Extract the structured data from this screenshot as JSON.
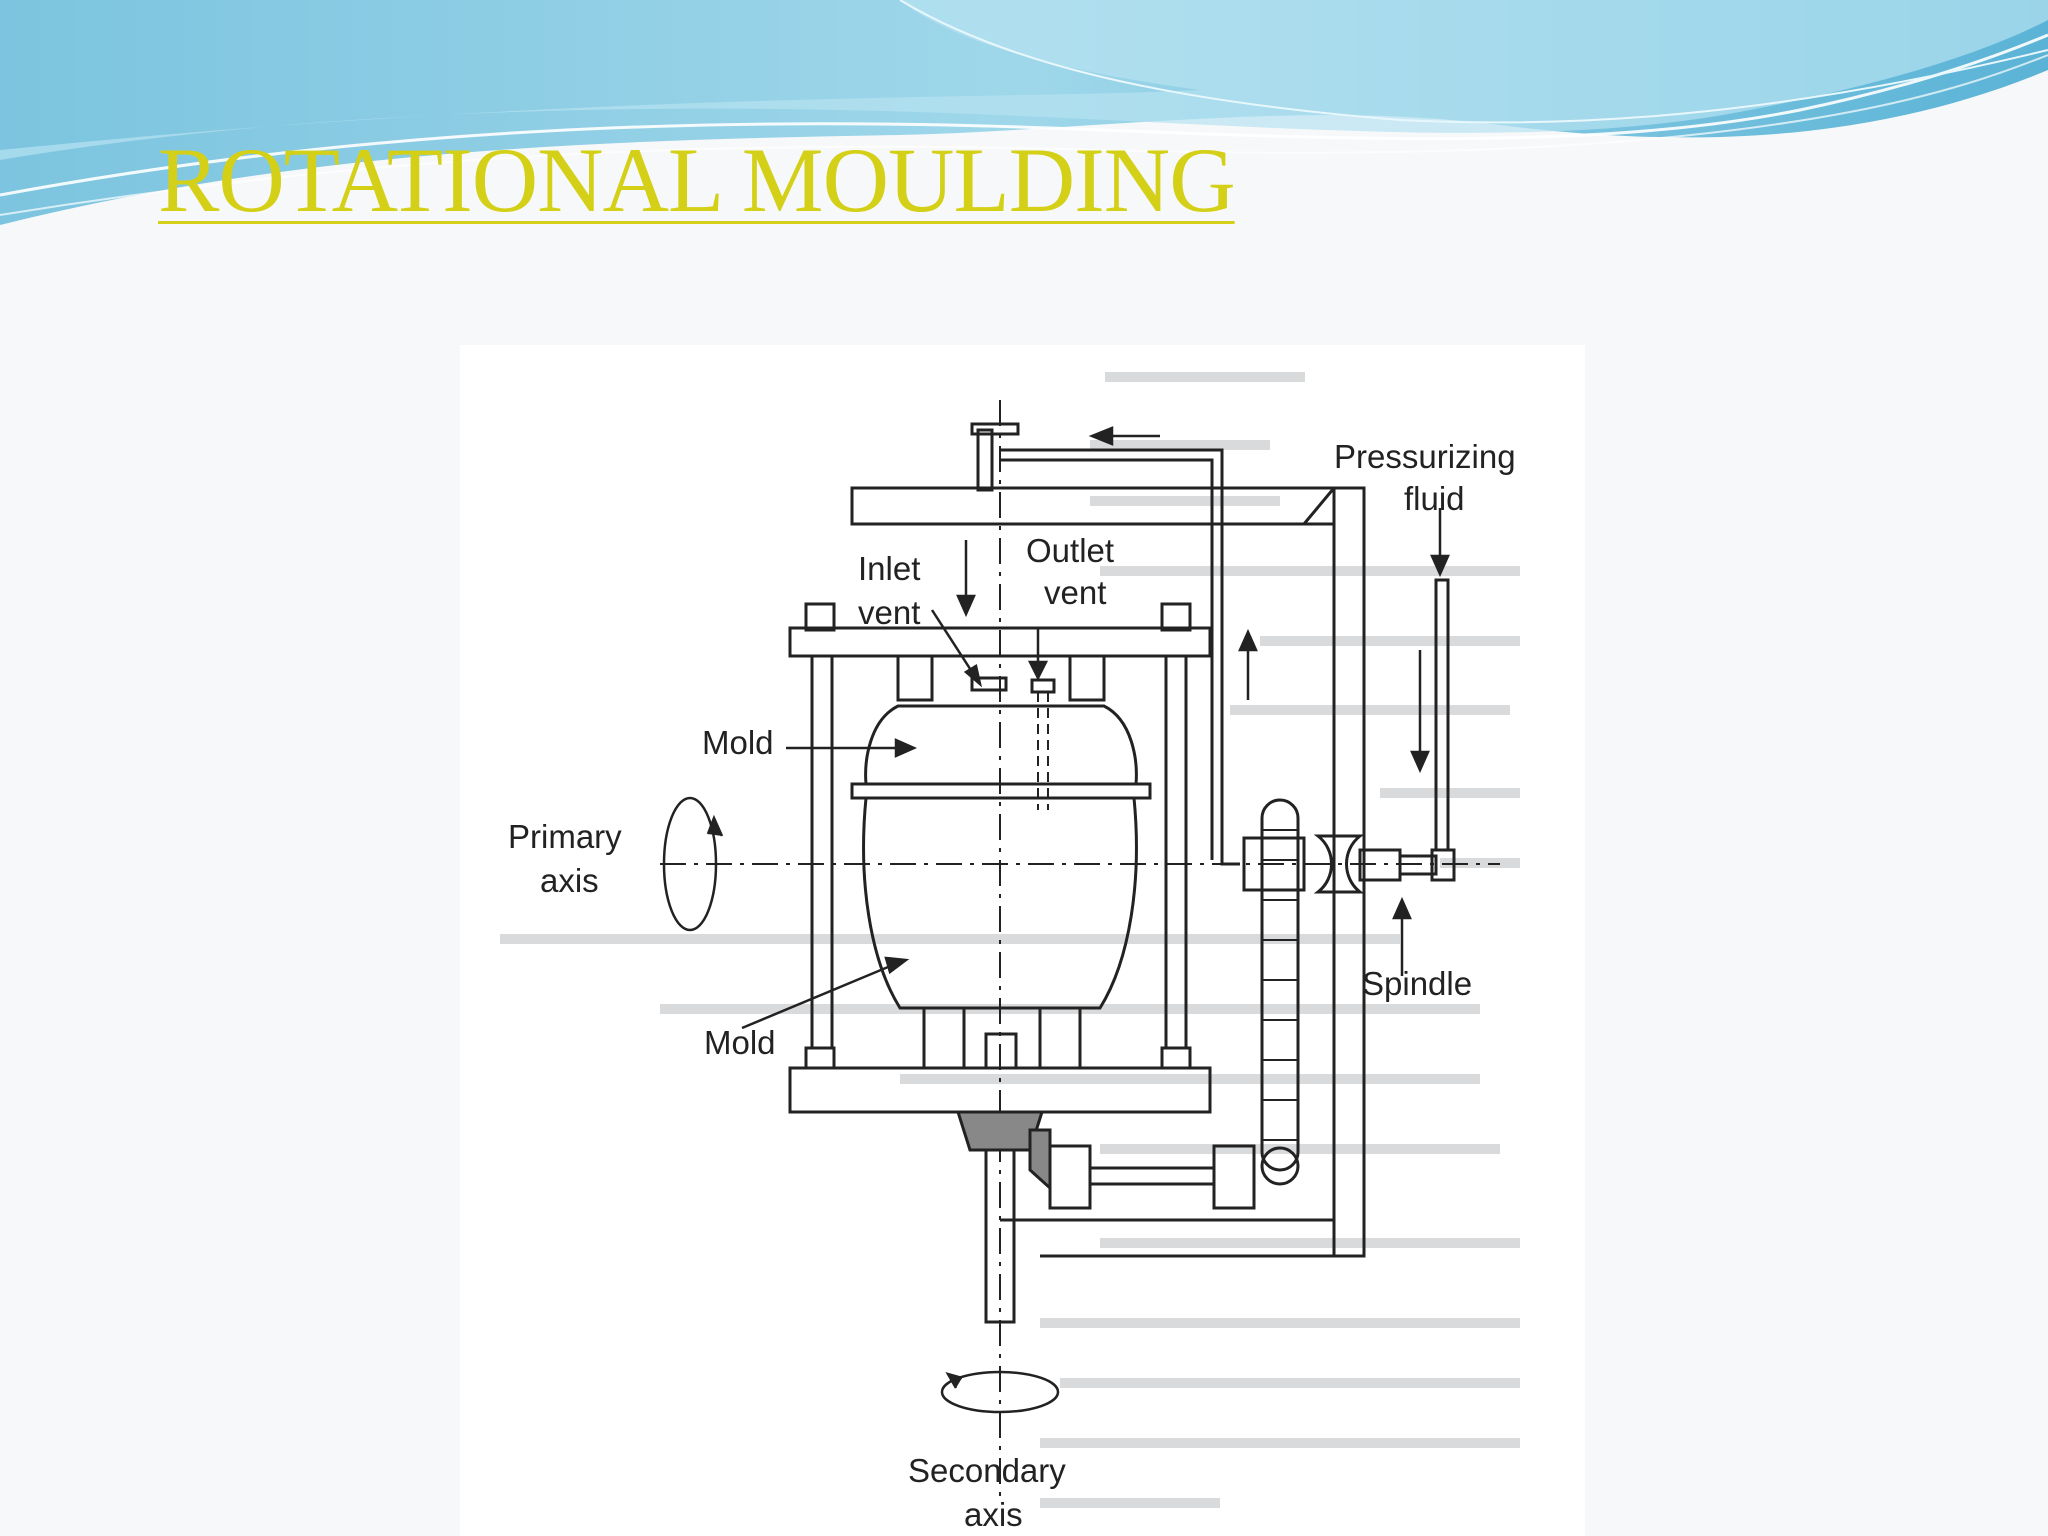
{
  "slide": {
    "title": "ROTATIONAL MOULDING"
  },
  "diagram": {
    "labels": {
      "pressurizing_fluid_line1": "Pressurizing",
      "pressurizing_fluid_line2": "fluid",
      "inlet_vent_line1": "Inlet",
      "inlet_vent_line2": "vent",
      "outlet_vent_line1": "Outlet",
      "outlet_vent_line2": "vent",
      "mold_upper": "Mold",
      "mold_lower": "Mold",
      "primary_axis_line1": "Primary",
      "primary_axis_line2": "axis",
      "spindle": "Spindle",
      "secondary_axis_line1": "Secondary",
      "secondary_axis_line2": "axis"
    }
  },
  "colors": {
    "title": "#d4d017",
    "wave_dark": "#5fb8d9",
    "wave_light": "#a8dcee",
    "line_art": "#222222"
  }
}
